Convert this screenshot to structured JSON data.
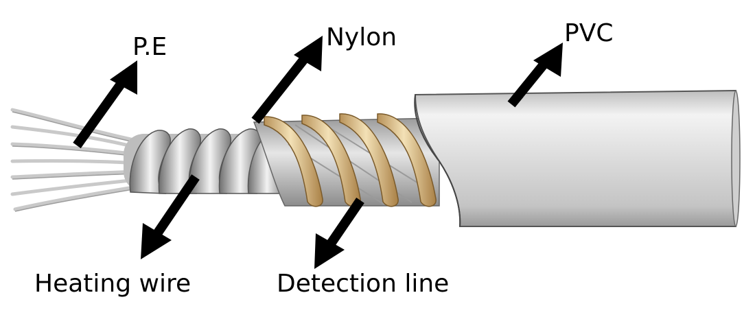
{
  "labels": {
    "pe": "P.E",
    "nylon": "Nylon",
    "pvc": "PVC",
    "heating_wire": "Heating wire",
    "detection_line": "Detection line"
  },
  "colors": {
    "background": "#ffffff",
    "arrow": "#000000",
    "pvc_sheath": "#d6d6d6",
    "detection_line": "#d8b67a",
    "heating_wire": "#a8a8a8",
    "pe_strands": "#cfcfcf"
  }
}
